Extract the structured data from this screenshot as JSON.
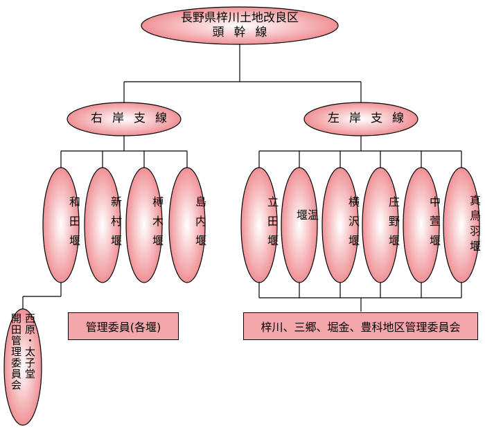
{
  "root": {
    "line1": "長野県梓川土地改良区",
    "line2": "頭幹線"
  },
  "branches": {
    "right": "右岸支線",
    "left": "左岸支線"
  },
  "right_weirs": [
    "和田堰",
    "新村堰",
    "榑木堰",
    "島内堰"
  ],
  "left_weirs": [
    "立田堰",
    "温堰",
    "横沢堰",
    "庄野堰",
    "中萱堰",
    "真鳥羽堰"
  ],
  "sub_node": {
    "col1": "西原・太子堂",
    "col2": "開田管理委員会"
  },
  "committees": {
    "right": "管理委員(各堰)",
    "left": "梓川、三郷、堀金、豊科地区管理委員会"
  },
  "colors": {
    "fill_light": "#ffffff",
    "fill_dark": "#ef8a8e",
    "line": "#000000",
    "box": "#f3a7aa"
  }
}
